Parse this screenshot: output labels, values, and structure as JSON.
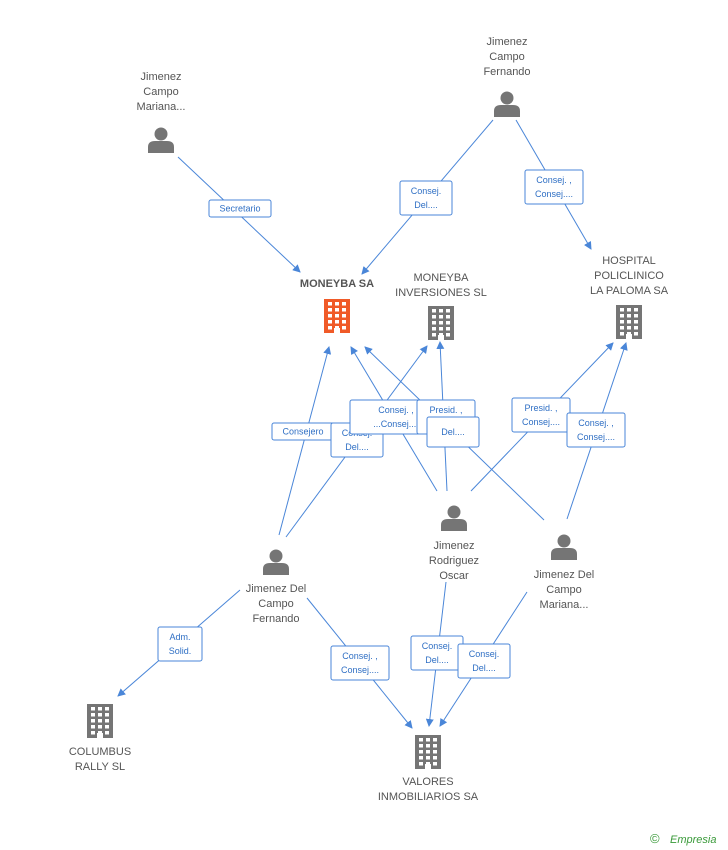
{
  "nodes": [
    {
      "id": "p1",
      "kind": "person",
      "lines": [
        "Jimenez",
        "Campo",
        "Mariana..."
      ]
    },
    {
      "id": "p2",
      "kind": "person",
      "lines": [
        "Jimenez",
        "Campo",
        "Fernando"
      ]
    },
    {
      "id": "c1",
      "kind": "company",
      "main": true,
      "lines": [
        "MONEYBA SA"
      ]
    },
    {
      "id": "c2",
      "kind": "company",
      "lines": [
        "MONEYBA",
        "INVERSIONES SL"
      ]
    },
    {
      "id": "c3",
      "kind": "company",
      "lines": [
        "HOSPITAL",
        "POLICLINICO",
        "LA PALOMA SA"
      ]
    },
    {
      "id": "p3",
      "kind": "person",
      "lines": [
        "Jimenez",
        "Rodriguez",
        "Oscar"
      ]
    },
    {
      "id": "p4",
      "kind": "person",
      "lines": [
        "Jimenez Del",
        "Campo",
        "Mariana..."
      ]
    },
    {
      "id": "p5",
      "kind": "person",
      "lines": [
        "Jimenez Del",
        "Campo",
        "Fernando"
      ]
    },
    {
      "id": "c4",
      "kind": "company",
      "lines": [
        "COLUMBUS",
        "RALLY  SL"
      ]
    },
    {
      "id": "c5",
      "kind": "company",
      "lines": [
        "VALORES",
        "INMOBILIARIOS SA"
      ]
    }
  ],
  "edges": [
    {
      "id": "e1",
      "lines": [
        "Secretario"
      ]
    },
    {
      "id": "e2",
      "lines": [
        "Consej.",
        "Del...."
      ]
    },
    {
      "id": "e3",
      "lines": [
        "Consej. ,",
        "Consej...."
      ]
    },
    {
      "id": "e4",
      "lines": [
        "Consejero"
      ]
    },
    {
      "id": "e5",
      "lines": [
        "Consej.",
        "Del...."
      ]
    },
    {
      "id": "e6",
      "lines": [
        "Consej. ,",
        "...Consej...."
      ]
    },
    {
      "id": "e7",
      "lines": [
        "Presid. ,",
        "Consej...."
      ]
    },
    {
      "id": "e8",
      "lines": [
        "Del...."
      ]
    },
    {
      "id": "e9",
      "lines": [
        "Presid. ,",
        "Consej...."
      ]
    },
    {
      "id": "e10",
      "lines": [
        "Consej. ,",
        "Consej...."
      ]
    },
    {
      "id": "e11",
      "lines": [
        "Adm.",
        "Solid."
      ]
    },
    {
      "id": "e12",
      "lines": [
        "Consej. ,",
        "Consej...."
      ]
    },
    {
      "id": "e13",
      "lines": [
        "Consej.",
        "Del...."
      ]
    },
    {
      "id": "e14",
      "lines": [
        "Consej.",
        "Del...."
      ]
    }
  ],
  "footer": {
    "copyright": "©",
    "brand": "Empresia"
  },
  "colors": {
    "edge": "#4a86d8",
    "node": "#757575",
    "main_node": "#f05a28"
  }
}
